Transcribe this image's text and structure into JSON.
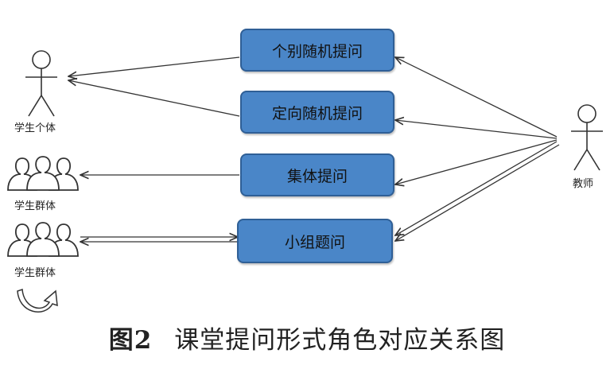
{
  "diagram": {
    "nodes": {
      "q_individual": {
        "label": "个别随机提问"
      },
      "q_directed": {
        "label": "定向随机提问"
      },
      "q_collective": {
        "label": "集体提问"
      },
      "q_group": {
        "label": "小组题问"
      }
    },
    "actors": {
      "student_individual": {
        "label": "学生个体",
        "icon": "stick-figure-icon"
      },
      "student_group_1": {
        "label": "学生群体",
        "icon": "people-group-icon"
      },
      "student_group_2": {
        "label": "学生群体",
        "icon": "people-group-icon"
      },
      "teacher": {
        "label": "教师",
        "icon": "stick-figure-icon"
      }
    },
    "extra_icons": [
      "cycle-arrow-icon"
    ],
    "edges": [
      {
        "from": "teacher",
        "to": "q_individual"
      },
      {
        "from": "teacher",
        "to": "q_directed"
      },
      {
        "from": "teacher",
        "to": "q_collective"
      },
      {
        "from": "teacher",
        "to": "q_group"
      },
      {
        "from": "teacher",
        "to": "q_group"
      },
      {
        "from": "q_individual",
        "to": "student_individual"
      },
      {
        "from": "q_directed",
        "to": "student_individual"
      },
      {
        "from": "q_collective",
        "to": "student_group_1"
      },
      {
        "from": "q_group",
        "to": "student_group_2"
      },
      {
        "from": "student_group_2",
        "to": "q_group"
      }
    ],
    "colors": {
      "box_fill": "#4a86c8",
      "box_border": "#2f5f96",
      "line": "#333333"
    }
  },
  "caption": {
    "number": "图2",
    "title": "课堂提问形式角色对应关系图"
  }
}
